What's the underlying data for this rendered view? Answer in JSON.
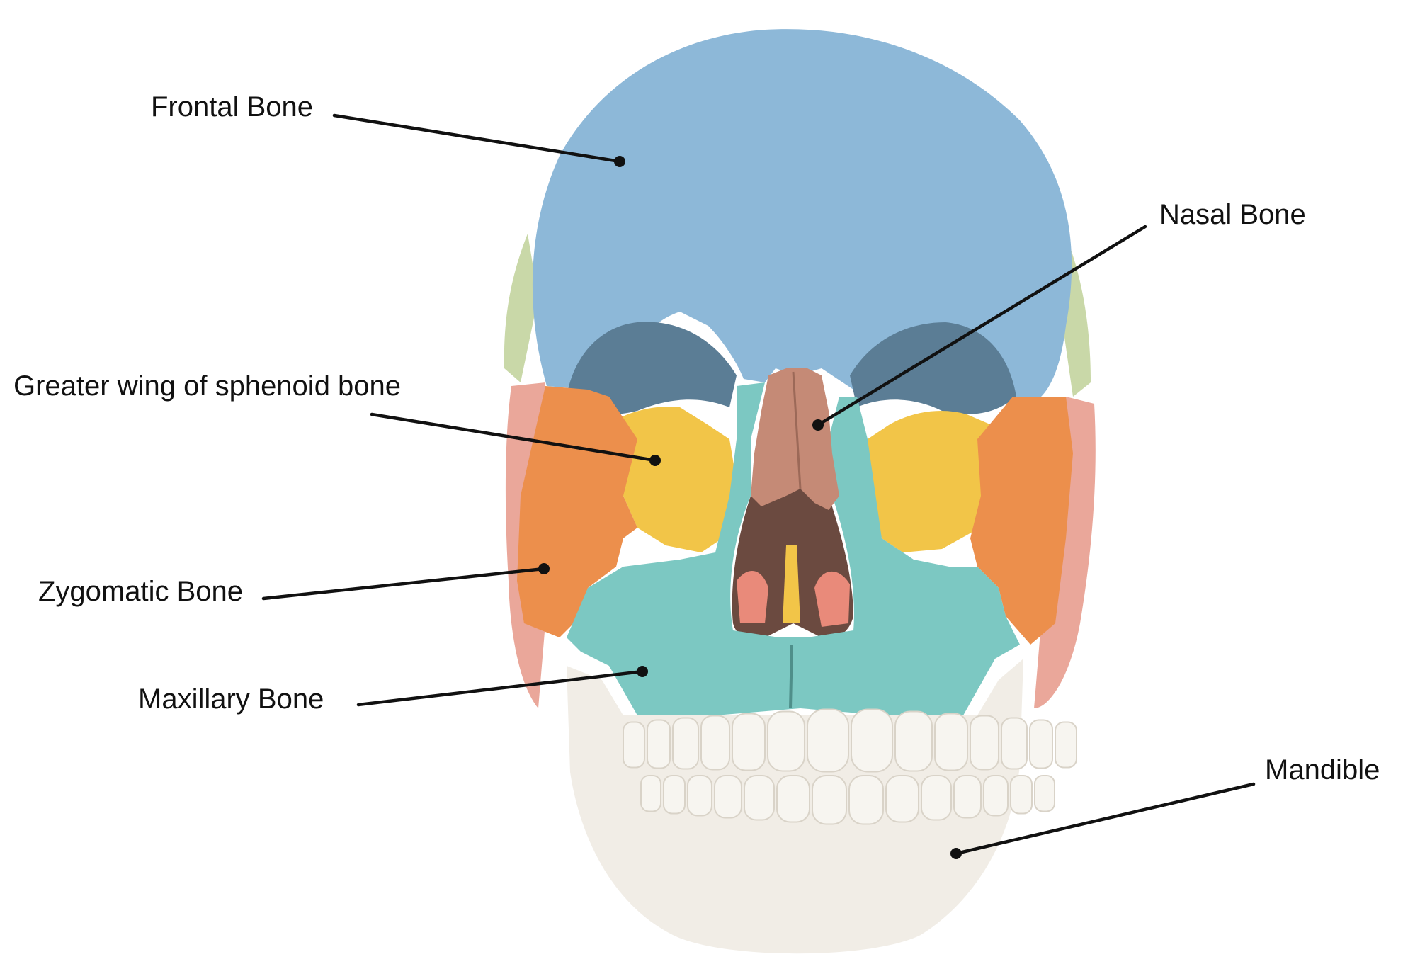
{
  "labels": {
    "frontal": "Frontal Bone",
    "nasal": "Nasal Bone",
    "greater_wing": "Greater wing of sphenoid bone",
    "zygomatic": "Zygomatic Bone",
    "maxillary": "Maxillary Bone",
    "mandible": "Mandible"
  },
  "colors": {
    "frontal": "#8db8d8",
    "parietal": "#c9d8a8",
    "temporal": "#eaa79a",
    "sphenoid": "#f2c548",
    "zygomatic": "#ec8f4c",
    "nasal": "#c58a76",
    "maxilla": "#7cc8c2",
    "mandible": "#f1ede6",
    "teeth": "#f7f5f0"
  }
}
